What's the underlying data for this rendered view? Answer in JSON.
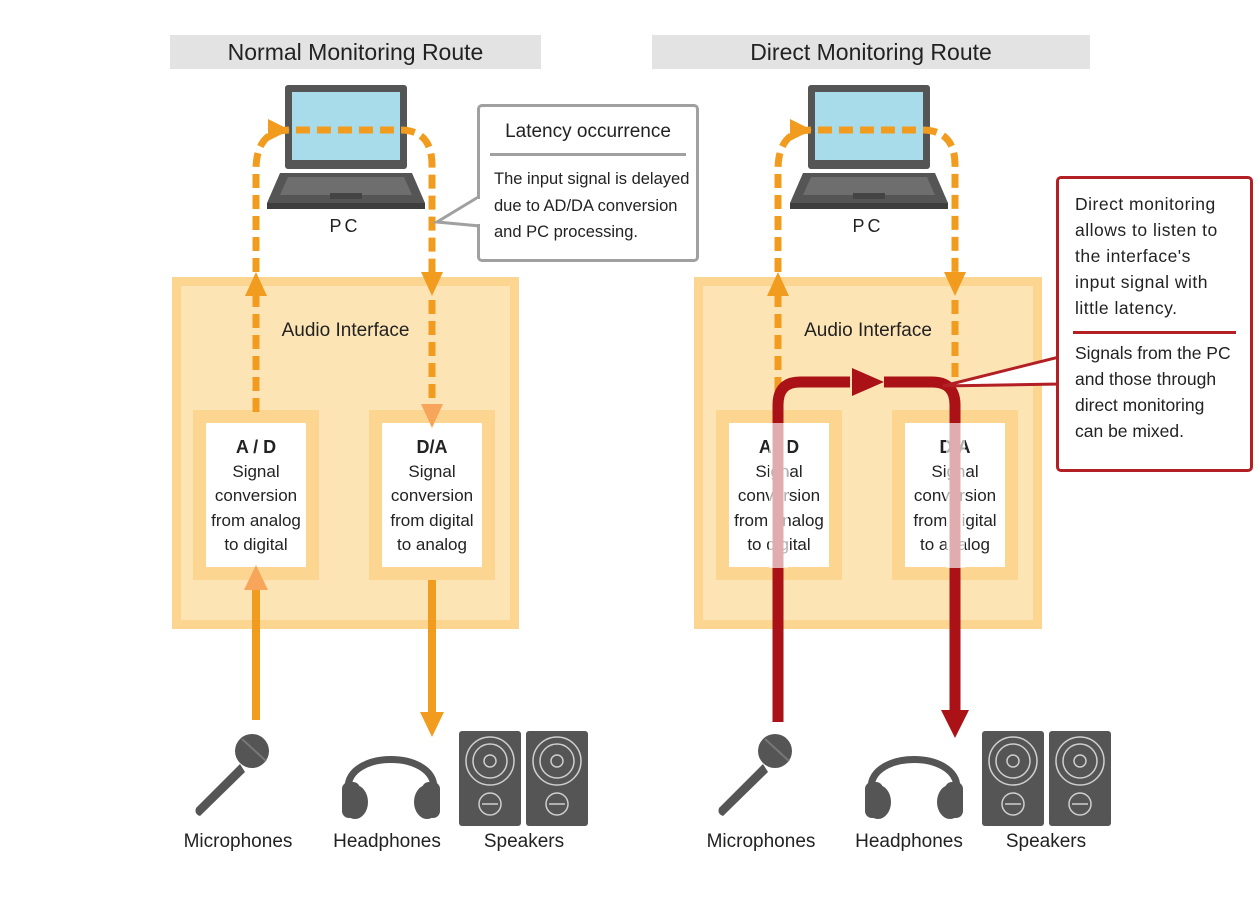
{
  "left": {
    "title": "Normal Monitoring Route",
    "pc_label": "PC",
    "interface_label": "Audio Interface",
    "ad": {
      "title": "A / D",
      "lines": [
        "Signal",
        "conversion",
        "from analog",
        "to digital"
      ]
    },
    "da": {
      "title": "D/A",
      "lines": [
        "Signal",
        "conversion",
        "from digital",
        "to analog"
      ]
    },
    "devices": {
      "mic": "Microphones",
      "headphones": "Headphones",
      "speakers": "Speakers"
    },
    "callout": {
      "heading": "Latency occurrence",
      "lines": [
        "The input signal is delayed",
        "due to AD/DA conversion",
        "and PC processing."
      ]
    }
  },
  "right": {
    "title": "Direct Monitoring Route",
    "pc_label": "PC",
    "interface_label": "Audio Interface",
    "ad": {
      "title": "A / D",
      "lines": [
        "Signal",
        "conversion",
        "from analog",
        "to digital"
      ]
    },
    "da": {
      "title": "D/A",
      "lines": [
        "Signal",
        "conversion",
        "from digital",
        "to analog"
      ]
    },
    "devices": {
      "mic": "Microphones",
      "headphones": "Headphones",
      "speakers": "Speakers"
    },
    "callout": {
      "para1": [
        "Direct monitoring",
        "allows to listen to",
        "the interface's",
        "input signal with",
        "little latency."
      ],
      "para2": [
        "Signals from the PC",
        "and those through",
        "direct monitoring",
        "can be mixed."
      ]
    }
  },
  "colors": {
    "orange": "#f29c1f",
    "light_orange": "#f6a55a",
    "box_border": "#fcd590",
    "box_fill": "#fde4b4",
    "red": "#aa1218",
    "grey_device": "#555555",
    "screen": "#a9dcea"
  }
}
